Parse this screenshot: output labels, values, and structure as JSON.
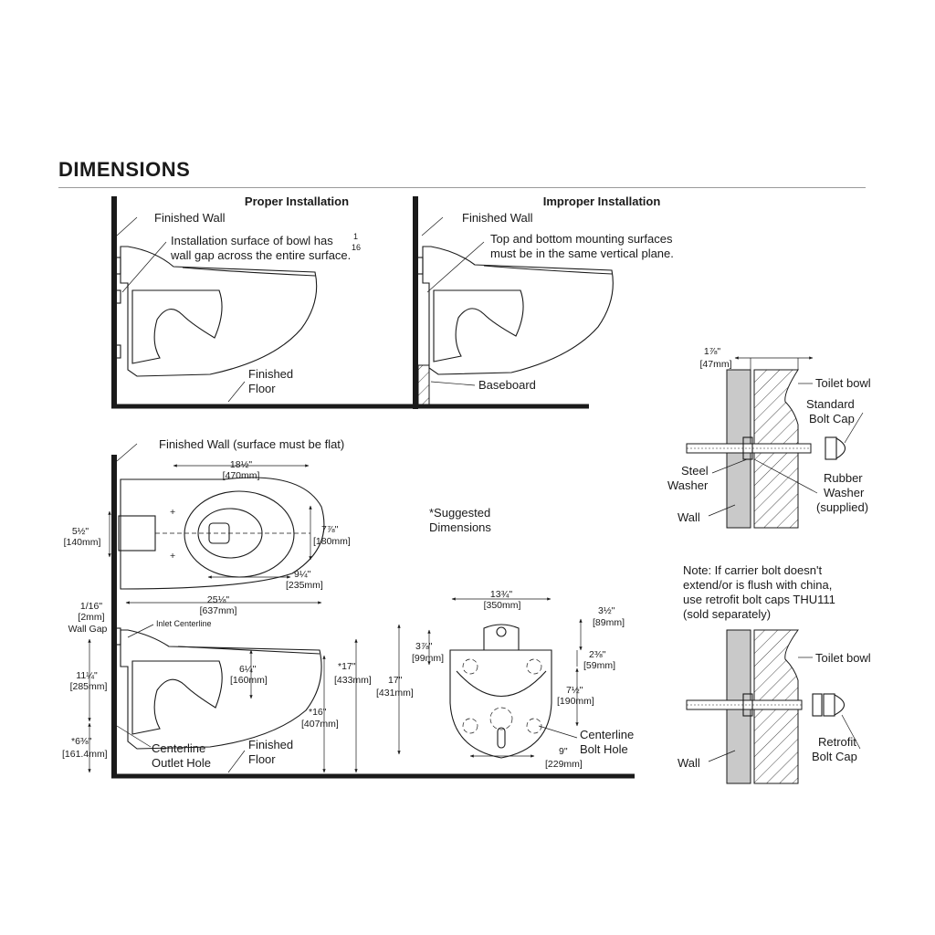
{
  "heading": "DIMENSIONS",
  "proper": {
    "title": "Proper Installation",
    "finished_wall": "Finished Wall",
    "gap_note_1": "Installation surface of bowl has",
    "gap_frac_num": "1",
    "gap_frac_den": "16",
    "gap_note_2": "wall gap across the entire surface.",
    "finished_floor_1": "Finished",
    "finished_floor_2": "Floor"
  },
  "improper": {
    "title": "Improper Installation",
    "finished_wall": "Finished Wall",
    "note_1": "Top and bottom mounting surfaces",
    "note_2": "must be in the same vertical plane.",
    "baseboard": "Baseboard"
  },
  "top_view": {
    "finished_wall": "Finished Wall (surface must be flat)",
    "d18_in": "18½\"",
    "d18_mm": "[470mm]",
    "d5_in": "5½\"",
    "d5_mm": "[140mm]",
    "d7_in": "7⅞\"",
    "d7_mm": "[180mm]",
    "d9_in": "9¼\"",
    "d9_mm": "[235mm]",
    "suggested_1": "*Suggested",
    "suggested_2": "Dimensions"
  },
  "side_view": {
    "d25_in": "25⅛\"",
    "d25_mm": "[637mm]",
    "gap_in": "1/16\"",
    "gap_mm": "[2mm]",
    "gap_label": "Wall Gap",
    "inlet": "Inlet Centerline",
    "d11_in": "11¼\"",
    "d11_mm": "[285mm]",
    "d6_in": "6¼\"",
    "d6_mm": "[160mm]",
    "d17s_in": "*17\"",
    "d17s_mm": "[433mm]",
    "d16_in": "*16\"",
    "d16_mm": "[407mm]",
    "d6b_in": "*6⅜\"",
    "d6b_mm": "[161.4mm]",
    "centerline_1": "Centerline",
    "centerline_2": "Outlet Hole",
    "floor_1": "Finished",
    "floor_2": "Floor"
  },
  "front_view": {
    "d13_in": "13¾\"",
    "d13_mm": "[350mm]",
    "d3_in": "3½\"",
    "d3_mm": "[89mm]",
    "d3b_in": "3⅞\"",
    "d3b_mm": "[99mm]",
    "d2_in": "2⅜\"",
    "d2_mm": "[59mm]",
    "d17_in": "17\"",
    "d17_mm": "[431mm]",
    "d7_in": "7½\"",
    "d7_mm": "[190mm]",
    "d9_in": "9\"",
    "d9_mm": "[229mm]",
    "bolt_1": "Centerline",
    "bolt_2": "Bolt Hole"
  },
  "detail_top": {
    "d1_in": "1⅞\"",
    "d1_mm": "[47mm]",
    "toilet_bowl": "Toilet bowl",
    "std_1": "Standard",
    "std_2": "Bolt Cap",
    "steel_1": "Steel",
    "steel_2": "Washer",
    "rubber_1": "Rubber",
    "rubber_2": "Washer",
    "rubber_3": "(supplied)",
    "wall": "Wall"
  },
  "note": {
    "l1": "Note: If carrier bolt doesn't",
    "l2": "extend/or is flush with china,",
    "l3": "use retrofit bolt caps THU111",
    "l4": "(sold separately)"
  },
  "detail_bottom": {
    "toilet_bowl": "Toilet bowl",
    "wall": "Wall",
    "retro_1": "Retrofit",
    "retro_2": "Bolt Cap"
  }
}
